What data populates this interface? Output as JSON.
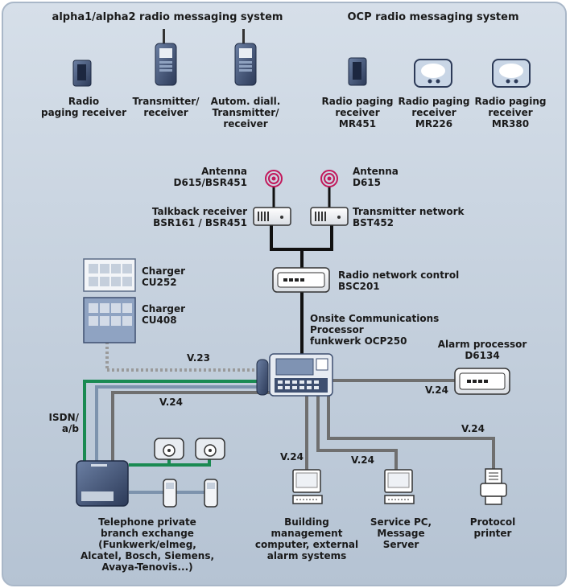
{
  "headers": {
    "alpha": "alpha1/alpha2 radio messaging system",
    "ocp": "OCP radio messaging system"
  },
  "devices": {
    "alpha_receiver": [
      "Radio",
      "paging receiver"
    ],
    "alpha_transceiver": [
      "Transmitter/",
      "receiver"
    ],
    "alpha_autodial": [
      "Autom. diall.",
      "Transmitter/",
      "receiver"
    ],
    "mr451": [
      "Radio paging",
      "receiver",
      "MR451"
    ],
    "mr226": [
      "Radio paging",
      "receiver",
      "MR226"
    ],
    "mr380": [
      "Radio paging",
      "receiver",
      "MR380"
    ],
    "antenna_left": [
      "Antenna",
      "D615/BSR451"
    ],
    "antenna_right": [
      "Antenna",
      "D615"
    ],
    "talkback": [
      "Talkback receiver",
      "BSR161 / BSR451"
    ],
    "transmitter_network": [
      "Transmitter network",
      "BST452"
    ],
    "radio_network_control": [
      "Radio network control",
      "BSC201"
    ],
    "charger_cu252": [
      "Charger",
      "CU252"
    ],
    "charger_cu408": [
      "Charger",
      "CU408"
    ],
    "ocp": [
      "Onsite Communications",
      "Processor",
      "funkwerk OCP250"
    ],
    "alarm_processor": [
      "Alarm processor",
      "D6134"
    ],
    "pbx": [
      "Telephone private",
      "branch exchange",
      "(Funkwerk/elmeg,",
      "Alcatel, Bosch, Siemens,",
      "Avaya-Tenovis...)"
    ],
    "building_mgmt": [
      "Building",
      "management",
      "computer, external",
      "alarm systems"
    ],
    "service_pc": [
      "Service PC,",
      "Message",
      "Server"
    ],
    "protocol_printer": [
      "Protocol",
      "printer"
    ]
  },
  "links": {
    "v23": "V.23",
    "v24_pbx": "V.24",
    "v24_alarm": "V.24",
    "v24_printer": "V.24",
    "v24_building": "V.24",
    "v24_service": "V.24",
    "isdn": [
      "ISDN/",
      "a/b"
    ]
  },
  "colors": {
    "panel_top": "#d6dfe9",
    "panel_bottom": "#b4c2d2",
    "line_black": "#111111",
    "line_gray": "#6f6f6f",
    "line_green": "#1a8a52",
    "line_blue": "#7d93ad",
    "dotted_gray": "#9a9a9a",
    "device_dark": "#3e4f70",
    "antenna": "#c2185b"
  }
}
